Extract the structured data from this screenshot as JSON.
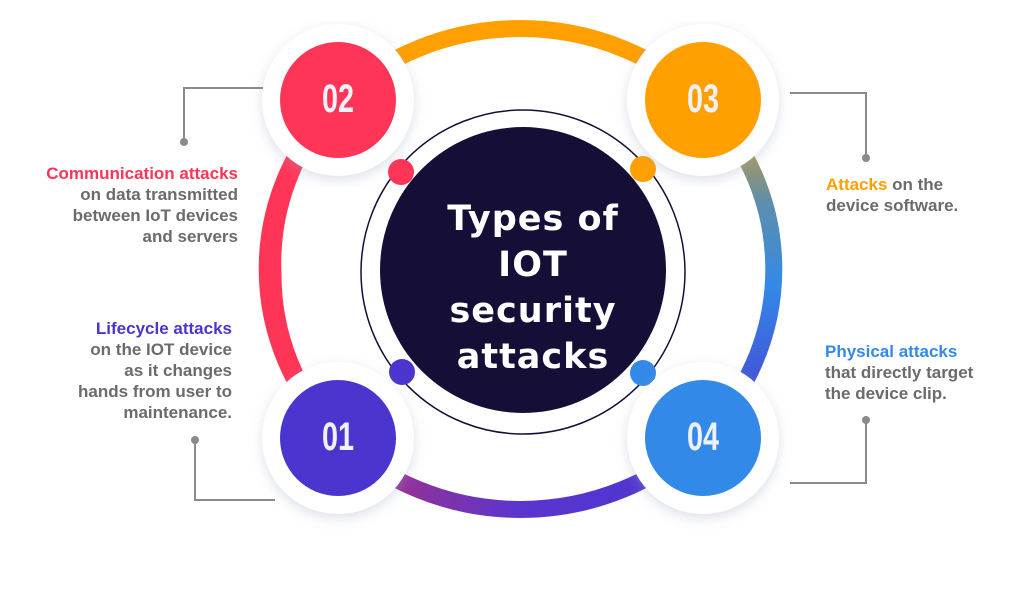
{
  "title": {
    "line1": "Types of",
    "line2": "IOT",
    "line3": "security",
    "line4": "attacks"
  },
  "items": [
    {
      "number": "01",
      "heading": "Lifecycle attacks",
      "text": [
        "on the IOT device",
        "as it changes",
        "hands from user to",
        "maintenance."
      ],
      "color": "#4b35cf"
    },
    {
      "number": "02",
      "heading": "Communication attacks",
      "text": [
        "on data transmitted",
        "between IoT devices",
        "and servers"
      ],
      "color": "#ff3557"
    },
    {
      "number": "03",
      "heading": "Attacks",
      "heading_rest": " on the",
      "text": [
        "device software."
      ],
      "color": "#ff9f00"
    },
    {
      "number": "04",
      "heading": "Physical attacks",
      "text": [
        "that directly target",
        "the device clip."
      ],
      "color": "#3389e8"
    }
  ],
  "colors": {
    "center": "#150e36",
    "text": "#6b6b6b",
    "connector": "#8a8a8a"
  }
}
